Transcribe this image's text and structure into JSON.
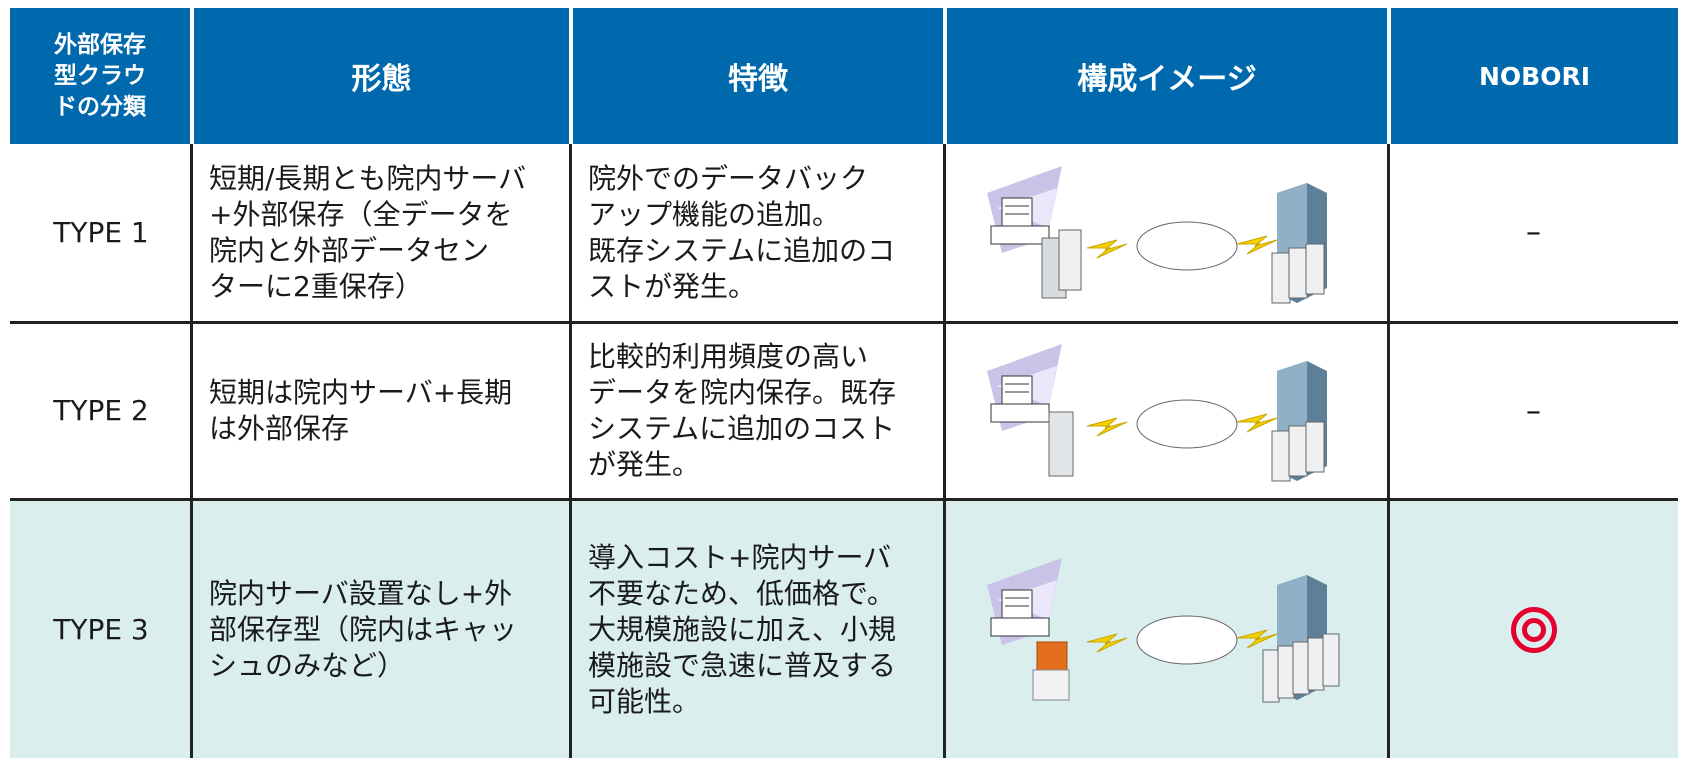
{
  "header": {
    "classification": "外部保存型クラウドの分類",
    "classification_lines": [
      "外部保存",
      "型クラウ",
      "ドの分類"
    ],
    "form": "形態",
    "feature": "特徴",
    "image": "構成イメージ",
    "nobori": "NOBORI"
  },
  "rows": [
    {
      "type": "TYPE 1",
      "form_lines": [
        "短期/長期とも院内サーバ",
        "+外部保存（全データを",
        "院内と外部データセン",
        "ターに2重保存）"
      ],
      "feature_lines": [
        "院外でのデータバック",
        "アップ機能の追加。",
        "既存システムに追加のコ",
        "ストが発生。"
      ],
      "image_icon": "hospital-servers-cloud-datacenter-diagram",
      "nobori": "–",
      "highlight": false
    },
    {
      "type": "TYPE 2",
      "form_lines": [
        "短期は院内サーバ+長期",
        "は外部保存"
      ],
      "feature_lines": [
        "比較的利用頻度の高い",
        "データを院内保存。既存",
        "システムに追加のコスト",
        "が発生。"
      ],
      "image_icon": "hospital-server-cloud-datacenter-diagram",
      "nobori": "–",
      "highlight": false
    },
    {
      "type": "TYPE 3",
      "form_lines": [
        "院内サーバ設置なし+外",
        "部保存型（院内はキャッ",
        "シュのみなど）"
      ],
      "feature_lines": [
        "導入コスト+院内サーバ",
        "不要なため、低価格で。",
        "大規模施設に加え、小規",
        "模施設で急速に普及する",
        "可能性。"
      ],
      "image_icon": "hospital-cache-cloud-datacenter-diagram",
      "nobori": "double-circle-icon",
      "highlight": true
    }
  ],
  "colors": {
    "header_bg": "#0068ac",
    "highlight_bg": "#daeeee",
    "mark_red": "#e5002d"
  }
}
